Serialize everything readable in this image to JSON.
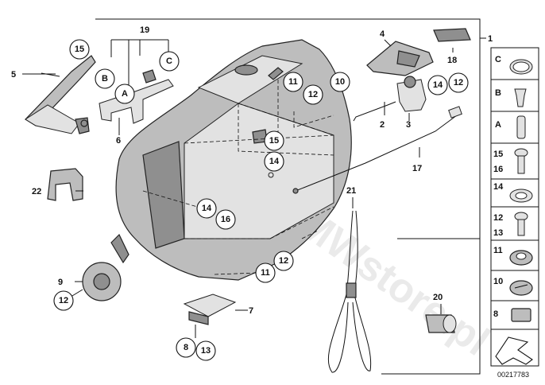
{
  "watermark": "www.BMWstore.pl",
  "reference_number": "00217783",
  "callouts": {
    "c15a": "15",
    "cB": "B",
    "cA": "A",
    "cC": "C",
    "c11a": "11",
    "c12a": "12",
    "c10": "10",
    "c14a": "14",
    "c12b": "12",
    "c15b": "15",
    "c14b": "14",
    "c14c": "14",
    "c16": "16",
    "c11b": "11",
    "c12c": "12",
    "c12d": "12",
    "c8": "8",
    "c13": "13"
  },
  "labels": {
    "l1": "1",
    "l2": "2",
    "l3": "3",
    "l4": "4",
    "l5": "5",
    "l6": "6",
    "l7": "7",
    "l9": "9",
    "l17": "17",
    "l18": "18",
    "l19": "19",
    "l20": "20",
    "l21": "21",
    "l22": "22"
  },
  "legend": [
    {
      "key": "C",
      "secondary": ""
    },
    {
      "key": "B",
      "secondary": ""
    },
    {
      "key": "A",
      "secondary": ""
    },
    {
      "key": "15",
      "secondary": "16"
    },
    {
      "key": "14",
      "secondary": ""
    },
    {
      "key": "12",
      "secondary": "13"
    },
    {
      "key": "11",
      "secondary": ""
    },
    {
      "key": "10",
      "secondary": ""
    },
    {
      "key": "8",
      "secondary": ""
    }
  ]
}
